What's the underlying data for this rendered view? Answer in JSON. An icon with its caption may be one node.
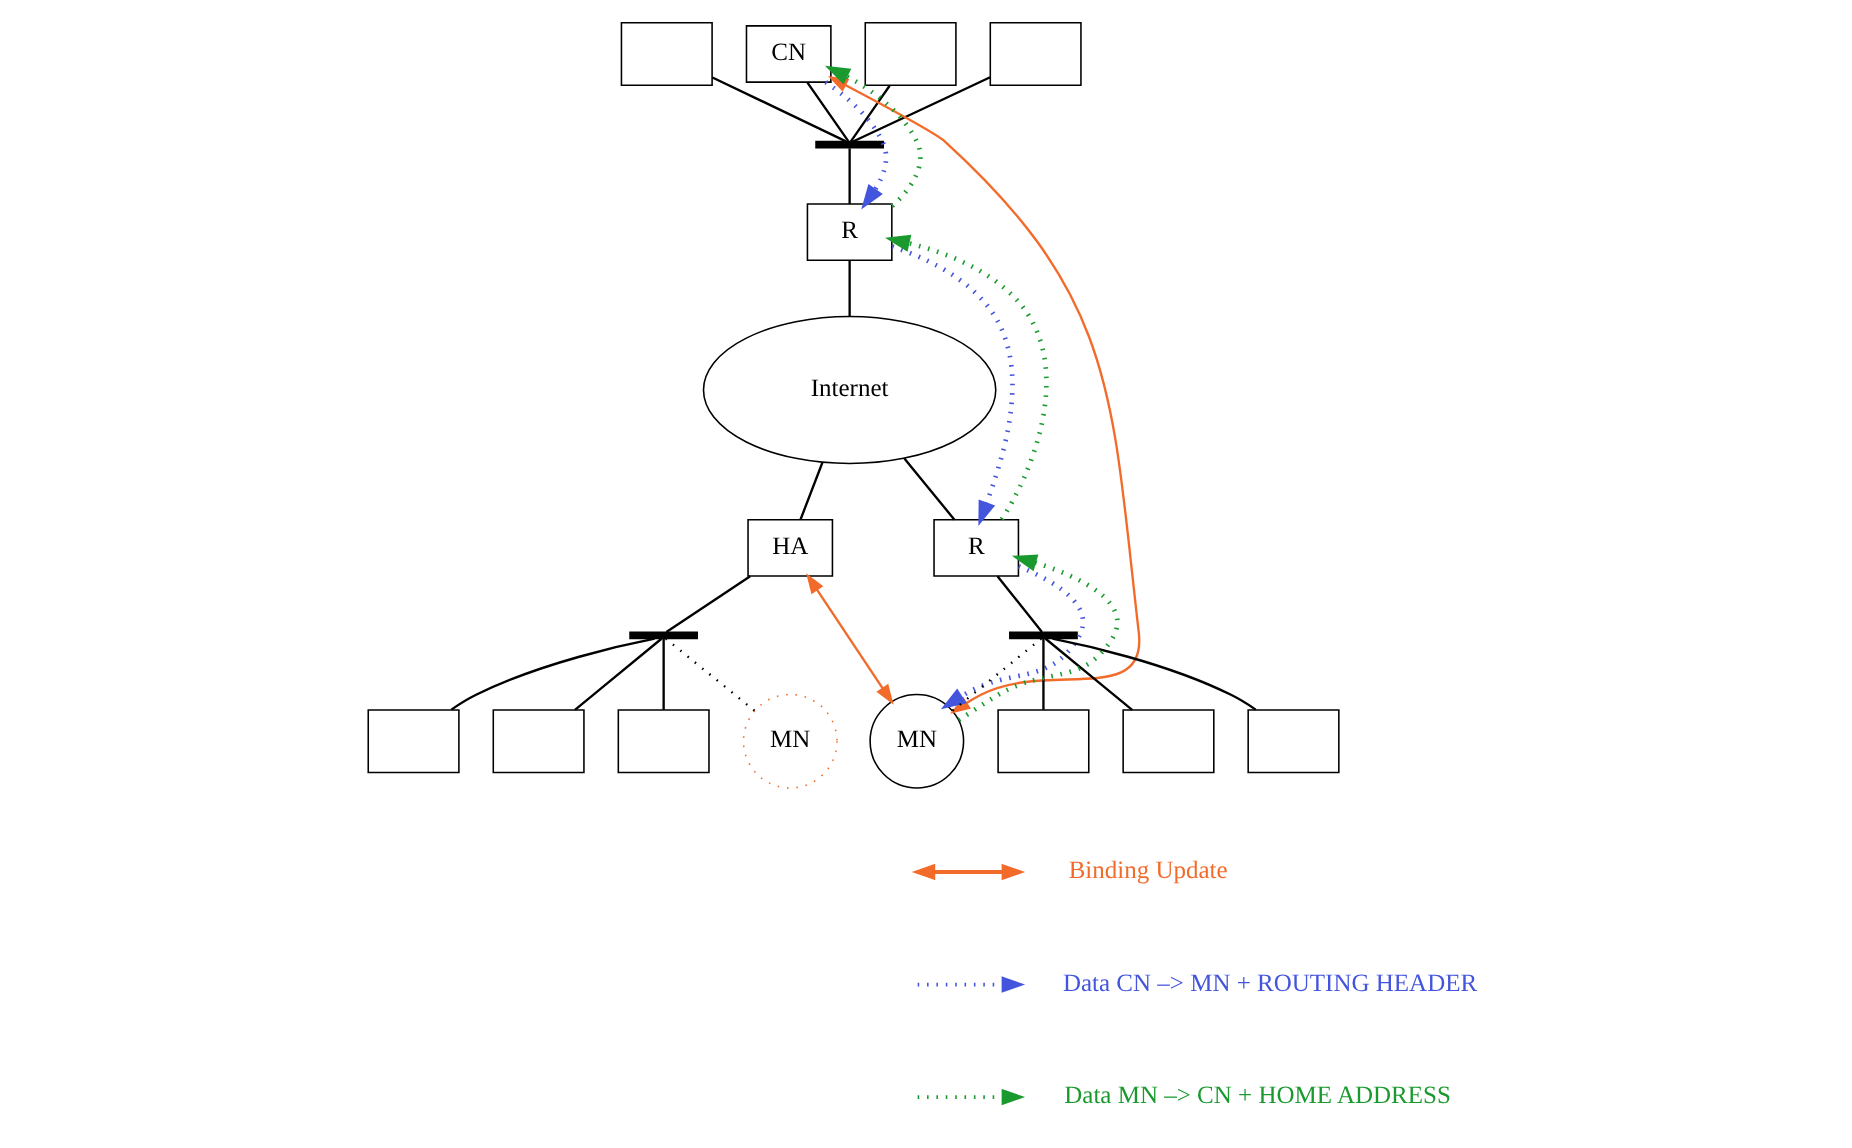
{
  "diagram": {
    "nodes": [
      {
        "text": [],
        "shape": "box"
      },
      {
        "text": [],
        "shape": "box"
      },
      {
        "text": [],
        "shape": "box"
      },
      {
        "text": [
          "CN"
        ]
      },
      {
        "text": [],
        "shape": "bar"
      },
      {
        "text": [
          "R"
        ]
      },
      {
        "text": [
          "Internet"
        ]
      },
      {
        "text": [
          "HA"
        ]
      },
      {
        "text": [],
        "shape": "bar"
      },
      {
        "text": [],
        "shape": "box"
      },
      {
        "text": [],
        "shape": "box"
      },
      {
        "text": [],
        "shape": "box"
      },
      {
        "text": [
          "MN"
        ]
      },
      {
        "text": [
          "R"
        ]
      },
      {
        "text": [],
        "shape": "bar"
      },
      {
        "text": [],
        "shape": "box"
      },
      {
        "text": [],
        "shape": "box"
      },
      {
        "text": [],
        "shape": "box"
      },
      {
        "text": [
          "MN"
        ]
      }
    ],
    "edges": [
      {
        "from": 0,
        "to": 4,
        "arrow": "none"
      },
      {
        "from": 1,
        "to": 4,
        "arrow": "none"
      },
      {
        "from": 2,
        "to": 4,
        "arrow": "none"
      },
      {
        "from": 3,
        "to": 4,
        "arrow": "none"
      },
      {
        "from": 4,
        "to": 5,
        "arrow": "none"
      },
      {
        "from": 5,
        "to": 6,
        "arrow": "none"
      },
      {
        "from": 6,
        "to": 7,
        "arrow": "none"
      },
      {
        "from": 7,
        "to": 8,
        "arrow": "none"
      },
      {
        "from": 8,
        "to": 9,
        "arrow": "none"
      },
      {
        "from": 8,
        "to": 10,
        "arrow": "none"
      },
      {
        "from": 8,
        "to": 11,
        "arrow": "none"
      },
      {
        "from": 8,
        "to": 12,
        "arrow": "none",
        "style": "dashed"
      },
      {
        "from": 6,
        "to": 13,
        "arrow": "none"
      },
      {
        "from": 13,
        "to": 14,
        "arrow": "none"
      },
      {
        "from": 14,
        "to": 15,
        "arrow": "none"
      },
      {
        "from": 14,
        "to": 16,
        "arrow": "none"
      },
      {
        "from": 14,
        "to": 17,
        "arrow": "none"
      },
      {
        "from": 14,
        "to": 18,
        "arrow": "none",
        "style": "dashed"
      },
      {
        "from": 3,
        "to": 5,
        "arrow": "to",
        "style": "dashed",
        "color": "#4455dd"
      },
      {
        "from": 5,
        "to": 13,
        "arrow": "to",
        "style": "dashed",
        "color": "#4455dd"
      },
      {
        "from": 13,
        "to": 18,
        "arrow": "to",
        "style": "dashed",
        "color": "#4455dd"
      },
      {
        "from": 18,
        "to": 13,
        "arrow": "to",
        "style": "dashed",
        "color": "#1a9a2e"
      },
      {
        "from": 13,
        "to": 5,
        "arrow": "to",
        "style": "dashed",
        "color": "#1a9a2e"
      },
      {
        "from": 5,
        "to": 3,
        "arrow": "to",
        "style": "dashed",
        "color": "#1a9a2e"
      },
      {
        "from": 3,
        "to": 18,
        "arrow": "both",
        "color": "#f26b2a"
      },
      {
        "from": 7,
        "to": 18,
        "arrow": "both",
        "color": "#f26b2a"
      }
    ],
    "legend": [
      {
        "text": "Binding Update"
      },
      {
        "text": "Data CN –> MN + ROUTING HEADER"
      },
      {
        "text": "Data MN –> CN + HOME ADDRESS"
      }
    ]
  }
}
